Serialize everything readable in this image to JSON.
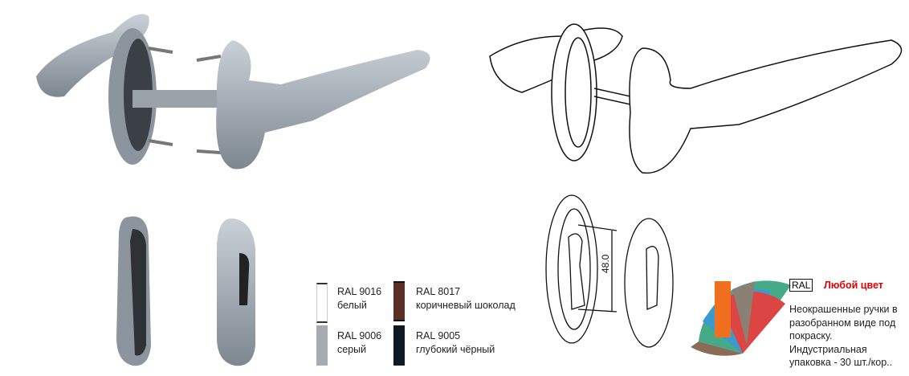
{
  "swatches": [
    {
      "code": "RAL 9016",
      "name": "белый",
      "color": "#ffffff"
    },
    {
      "code": "RAL 8017",
      "name": "коричневый шоколад",
      "color": "#5a3026"
    },
    {
      "code": "RAL 9006",
      "name": "серый",
      "color": "#a5abb1"
    },
    {
      "code": "RAL 9005",
      "name": "глубокий чёрный",
      "color": "#0d1a22"
    }
  ],
  "ral_logo": "RAL",
  "any_color": "Любой цвет",
  "any_color_hex": "#e00000",
  "description": "Неокрашенные ручки в разобранном виде под покраску. Индустриальная упаковка - 30 шт./кор..",
  "dimension": "48.0"
}
